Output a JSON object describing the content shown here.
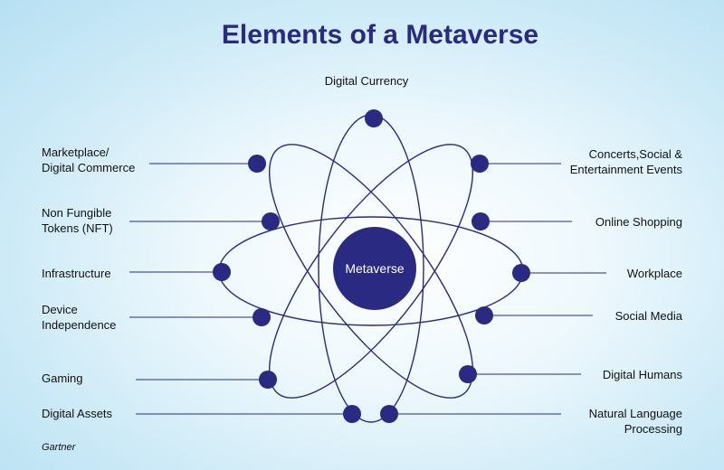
{
  "title": "Elements of a Metaverse",
  "center": "Metaverse",
  "top_label": "Digital Currency",
  "left_labels": [
    "Marketplace/\nDigital Commerce",
    "Non Fungible\nTokens (NFT)",
    "Infrastructure",
    "Device\nIndependence",
    "Gaming",
    "Digital Assets"
  ],
  "right_labels": [
    "Concerts,Social &\nEntertainment Events",
    "Online Shopping",
    "Workplace",
    "Social Media",
    "Digital Humans",
    "Natural Language\nProcessing"
  ],
  "source": "Gartner",
  "colors": {
    "node": "#2a2a82",
    "orbit": "#2a2a82",
    "title": "#2a2a82"
  }
}
